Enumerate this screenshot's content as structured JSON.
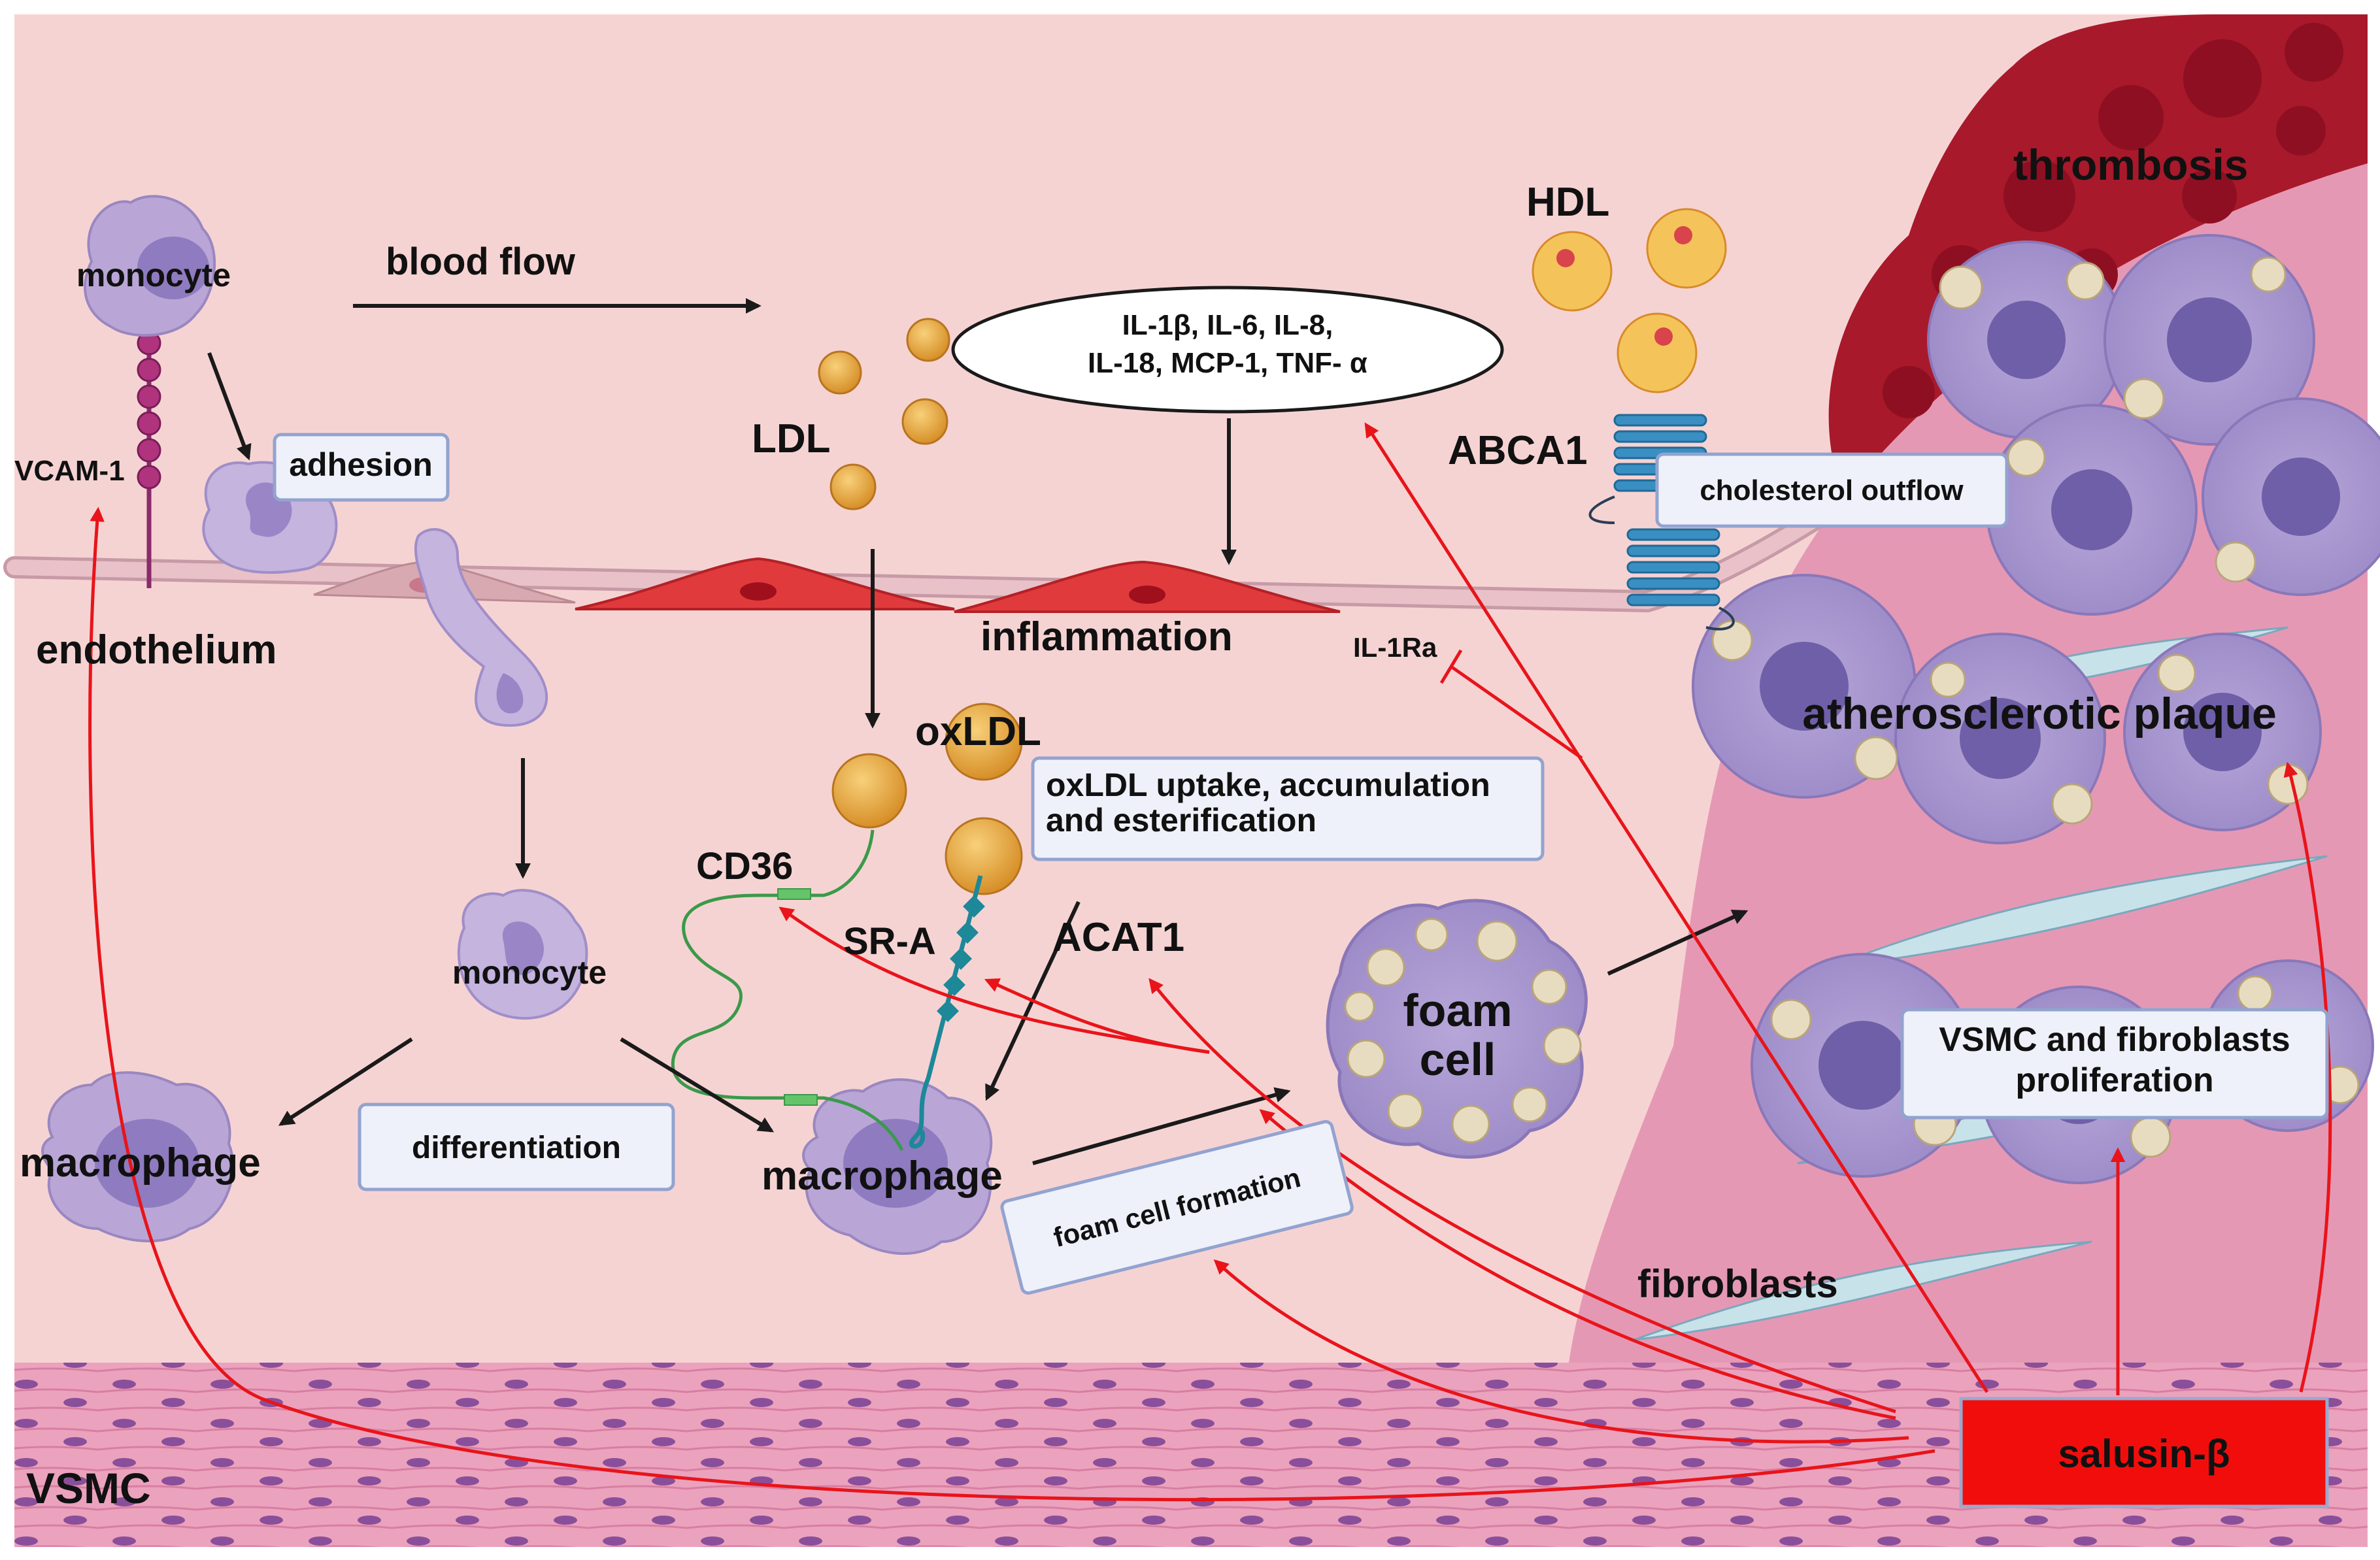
{
  "labels": {
    "monocyte_top": "monocyte",
    "blood_flow": "blood flow",
    "vcam": "VCAM-1",
    "adhesion": "adhesion",
    "endothelium": "endothelium",
    "ldl": "LDL",
    "cytokines_line1": "IL-1β, IL-6, IL-8,",
    "cytokines_line2": "IL-18, MCP-1, TNF- α",
    "inflammation": "inflammation",
    "hdl": "HDL",
    "abca1": "ABCA1",
    "cholesterol_outflow": "cholesterol outflow",
    "thrombosis": "thrombosis",
    "il1ra": "IL-1Ra",
    "oxldl": "oxLDL",
    "oxldl_uptake_line1": "oxLDL uptake, accumulation",
    "oxldl_uptake_line2": "and esterification",
    "cd36": "CD36",
    "sra": "SR-A",
    "acat1": "ACAT1",
    "monocyte_mid": "monocyte",
    "macrophage_left": "macrophage",
    "differentiation": "differentiation",
    "macrophage_center": "macrophage",
    "foam_cell_line1": "foam",
    "foam_cell_line2": "cell",
    "foam_cell_formation": "foam cell formation",
    "atherosclerotic_plaque": "atherosclerotic plaque",
    "vsmc_prolif_line1": "VSMC and fibroblasts",
    "vsmc_prolif_line2": "proliferation",
    "fibroblasts": "fibroblasts",
    "salusin": "salusin-β",
    "vsmc": "VSMC"
  },
  "colors": {
    "background": "#f6d3d3",
    "lumen": "#f3d0d0",
    "vsmc_layer": "#eba2bd",
    "inhibit_arrow": "#e8141a",
    "flow_arrow": "#1a1a1a",
    "salusin_box": "#f20d0d",
    "monocyte": "#b9a6d6",
    "thrombus": "#a8192b",
    "ldl": "#e5a13a"
  }
}
